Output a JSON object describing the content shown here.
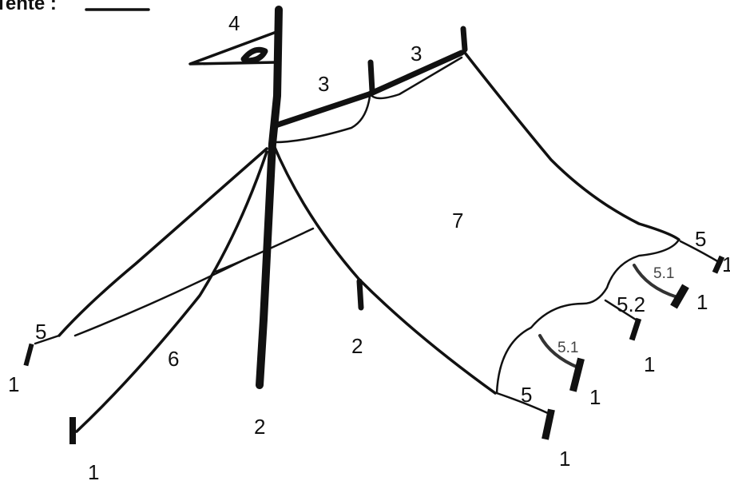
{
  "heading": "Tente :",
  "parts": {
    "peg": "1",
    "pole": "2",
    "ridge": "3",
    "flag": "4",
    "guy_line": "5",
    "long_guy_line": "6",
    "canvas": "7",
    "sub_guy_a": "5.1",
    "sub_guy_b": "5.2"
  }
}
